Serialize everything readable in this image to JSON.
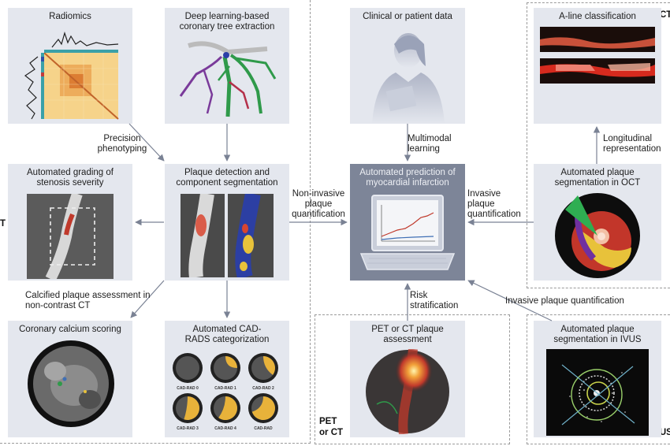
{
  "panels": {
    "radiomics": "Radiomics",
    "coronary_tree": "Deep learning-based coronary tree extraction",
    "clinical": "Clinical or patient data",
    "aline": "A-line classification",
    "stenosis": "Automated grading of stenosis severity",
    "plaque_detect": "Plaque detection and component segmentation",
    "prediction": "Automated prediction of myocardial infarction",
    "oct_seg": "Automated plaque segmentation in OCT",
    "calcium": "Coronary calcium scoring",
    "cadrads": "Automated CAD-RADS categorization",
    "pet_ct": "PET or CT plaque assessment",
    "ivus_seg": "Automated plaque segmentation in IVUS"
  },
  "arrows": {
    "precision": "Precision phenotyping",
    "multimodal": "Multimodal learning",
    "longitudinal": "Longitudinal representation",
    "noninvasive": "Non-invasive plaque quantification",
    "invasive": "Invasive plaque quantification",
    "calcified": "Calcified plaque assessment in non-contrast CT",
    "risk": "Risk stratification",
    "invasive_ivus": "Invasive plaque quantification"
  },
  "sections": {
    "oct": "OCT",
    "ivus": "IVUS",
    "pet": "PET or CT",
    "ct": "T"
  },
  "cadrad_labels": [
    "CAD-RAD 0",
    "CAD-RAD 1",
    "CAD-RAD 2",
    "CAD-RAD 3",
    "CAD-RAD 4",
    "CAD-RAD"
  ],
  "colors": {
    "panel_bg": "#e4e7ee",
    "panel_dark": "#7d8598",
    "arrow": "#7a8294",
    "plaque_yellow": "#e8b23a"
  }
}
